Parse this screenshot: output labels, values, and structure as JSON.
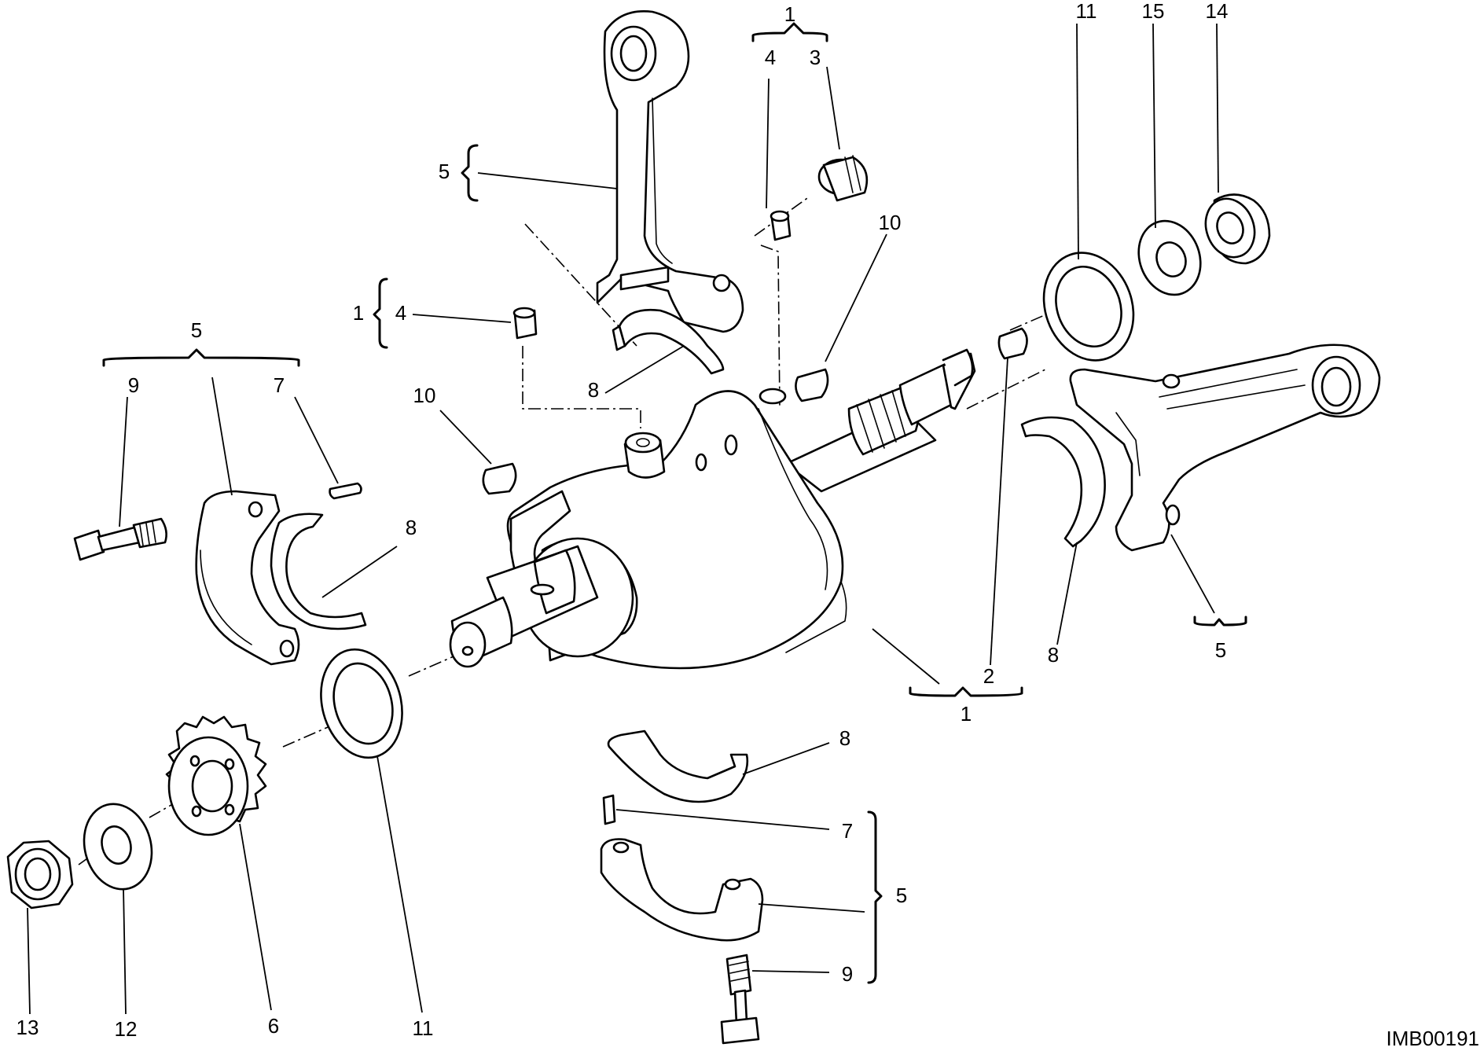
{
  "diagram": {
    "image_code": "IMB00191",
    "callouts": {
      "c1_top": "1",
      "c4_top": "4",
      "c3_top": "3",
      "c11_tr": "11",
      "c15_tr": "15",
      "c14_tr": "14",
      "c5_upper": "5",
      "c10_upper": "10",
      "c1_left": "1",
      "c4_left": "4",
      "c5_left": "5",
      "c9_left": "9",
      "c7_left": "7",
      "c8_mid_top": "8",
      "c10_left": "10",
      "c8_left": "8",
      "c2_right": "2",
      "c1_right": "1",
      "c8_right": "8",
      "c5_right": "5",
      "c8_bottom": "8",
      "c7_bottom": "7",
      "c5_bottom": "5",
      "c9_bottom": "9",
      "c13": "13",
      "c12": "12",
      "c6": "6",
      "c11_bl": "11"
    }
  }
}
